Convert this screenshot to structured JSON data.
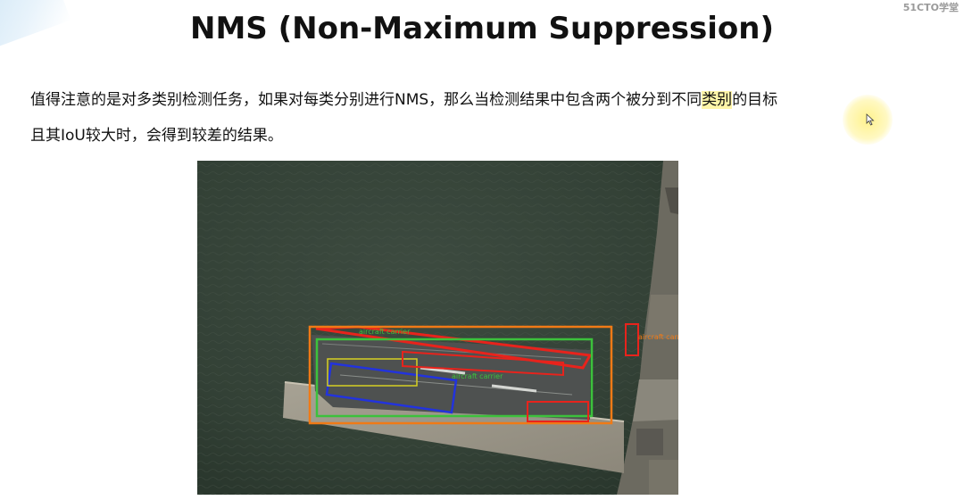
{
  "watermark": "51CTO学堂",
  "title": "NMS (Non-Maximum Suppression)",
  "paragraph": {
    "line1_before": "值得注意的是对多类别检测任务，如果对每类分别进行NMS，那么当检测结果中包含两个被分到不同",
    "line1_highlight": "类别",
    "line1_after": "的目标",
    "line2": "且其IoU较大时，会得到较差的结果。"
  },
  "figure": {
    "labels": [
      "aircraft carrier",
      "aircraft carrier",
      "aircraft carrier"
    ],
    "icon": "satellite-image"
  },
  "colors": {
    "highlight": "#fff5a8",
    "box_red": "#e8231c",
    "box_orange": "#f07a16",
    "box_green": "#3cc13c",
    "box_blue": "#2233dd",
    "box_yellow": "#d6cf22"
  }
}
